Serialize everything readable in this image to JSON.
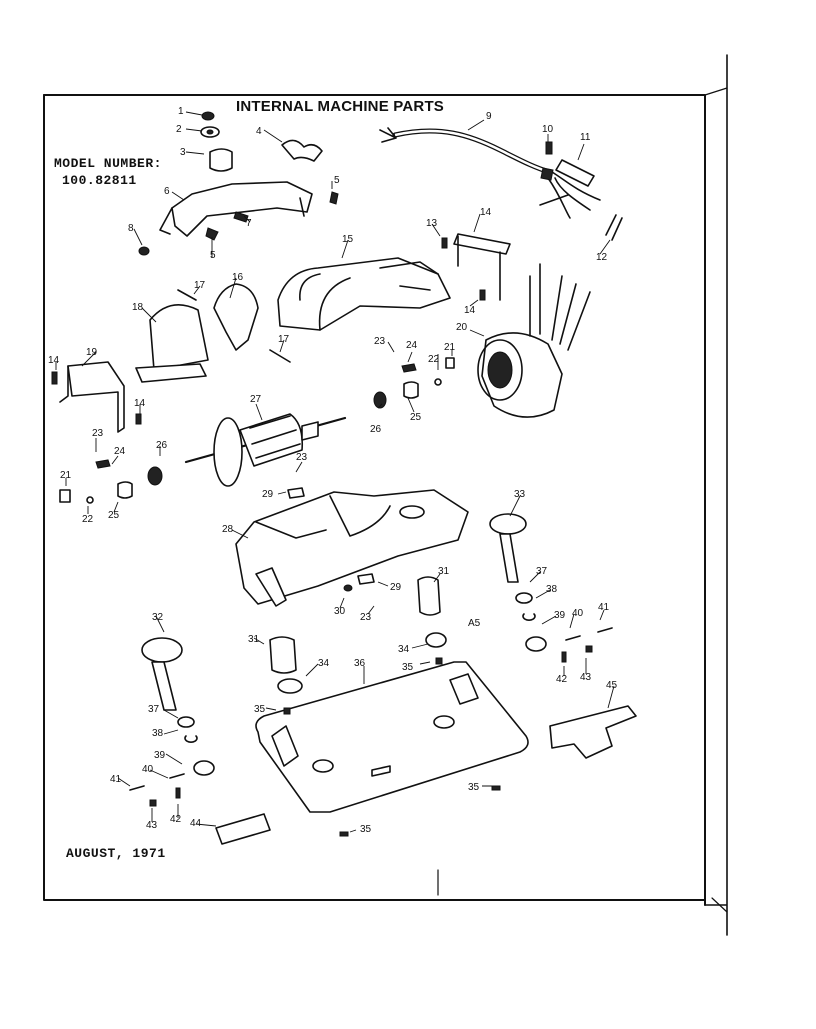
{
  "header": {
    "title": "INTERNAL MACHINE PARTS",
    "model_label": "MODEL NUMBER:",
    "model_number": "100.82811"
  },
  "footer": {
    "date": "AUGUST, 1971"
  },
  "callouts": [
    "1",
    "2",
    "3",
    "4",
    "5",
    "6",
    "7",
    "8",
    "5",
    "9",
    "10",
    "11",
    "12",
    "13",
    "14",
    "14",
    "15",
    "16",
    "17",
    "17",
    "18",
    "19",
    "14",
    "14",
    "20",
    "21",
    "22",
    "23",
    "24",
    "25",
    "26",
    "27",
    "23",
    "24",
    "26",
    "21",
    "22",
    "25",
    "23",
    "29",
    "28",
    "29",
    "30",
    "23",
    "31",
    "33",
    "37",
    "38",
    "39",
    "40",
    "41",
    "42",
    "43",
    "A5",
    "34",
    "35",
    "32",
    "31",
    "34",
    "36",
    "35",
    "37",
    "38",
    "39",
    "40",
    "41",
    "43",
    "42",
    "44",
    "45",
    "35",
    "35"
  ]
}
